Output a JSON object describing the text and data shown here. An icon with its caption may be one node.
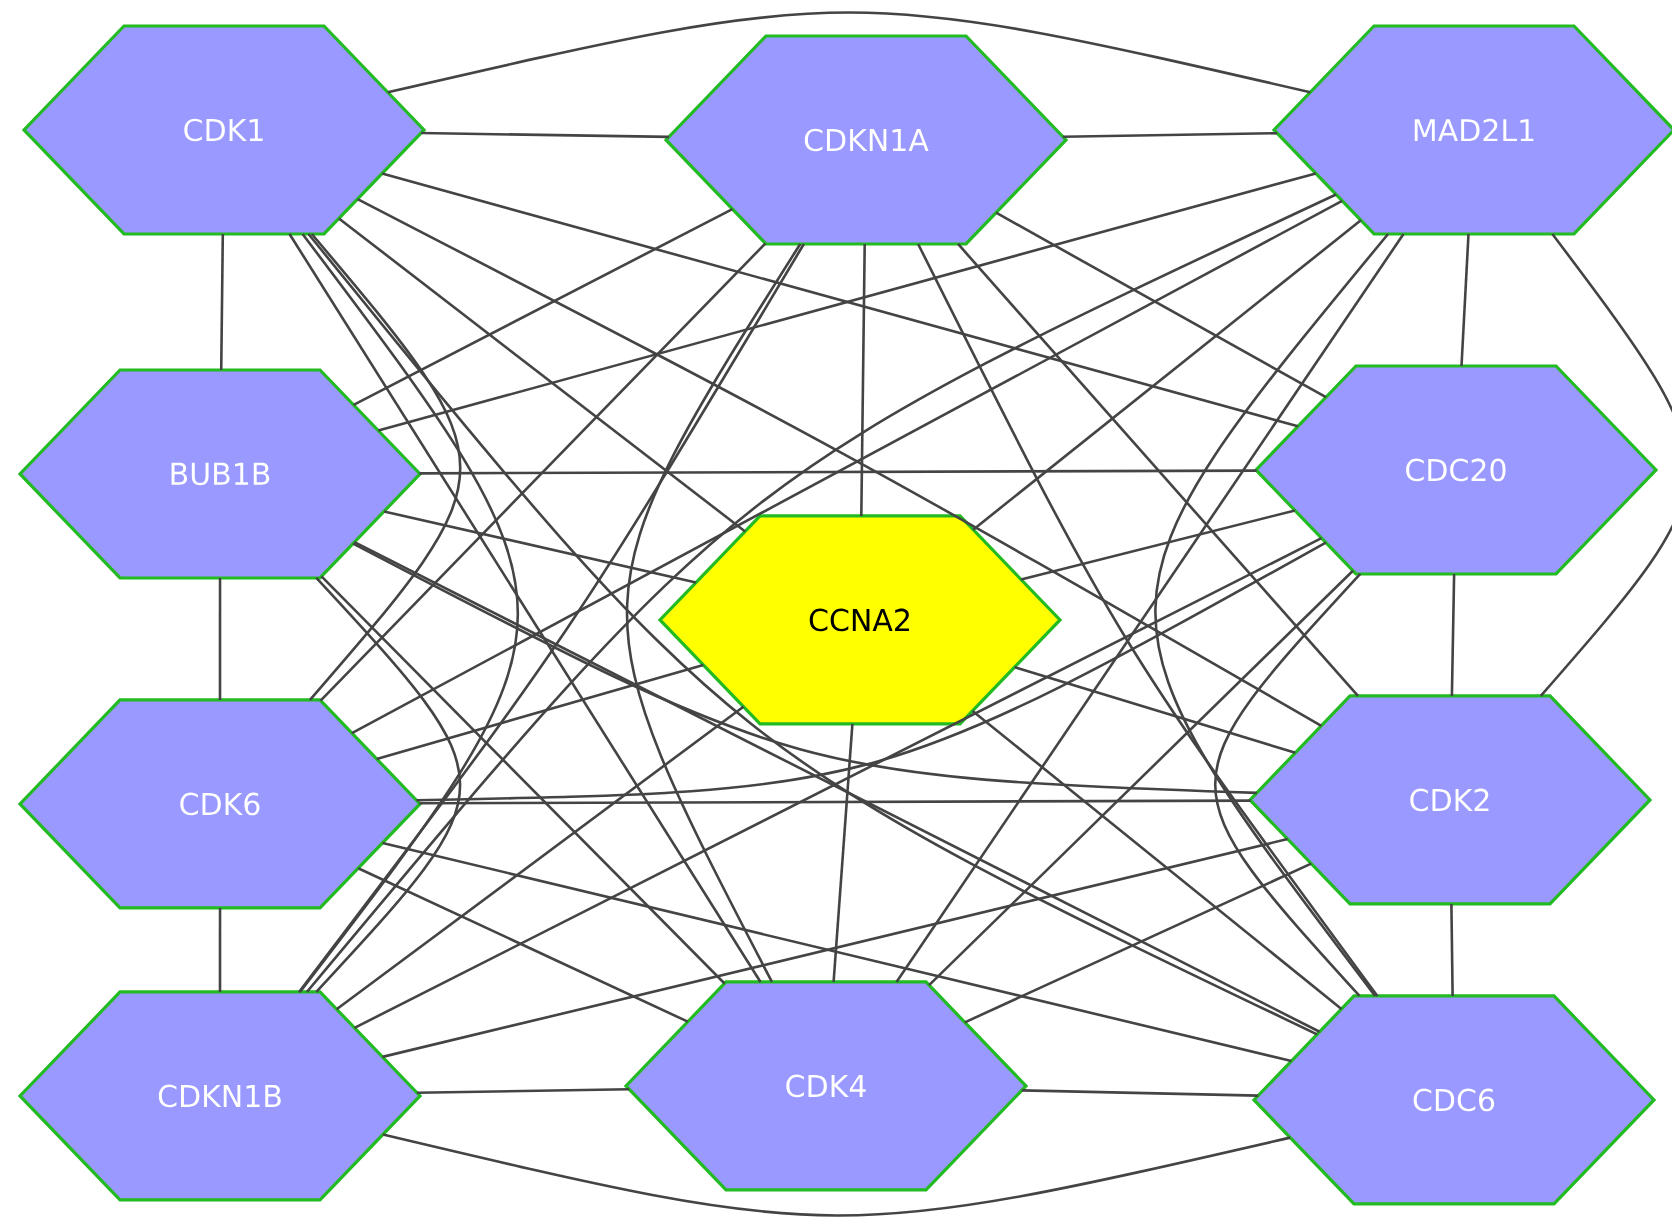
{
  "diagram": {
    "nodes": [
      {
        "text": [
          "CDK1"
        ]
      },
      {
        "text": [
          "CDKN1A"
        ]
      },
      {
        "text": [
          "MAD2L1"
        ]
      },
      {
        "text": [
          "BUB1B"
        ]
      },
      {
        "text": [
          "CDC20"
        ]
      },
      {
        "text": [
          "CCNA2"
        ]
      },
      {
        "text": [
          "CDK6"
        ]
      },
      {
        "text": [
          "CDK2"
        ]
      },
      {
        "text": [
          "CDKN1B"
        ]
      },
      {
        "text": [
          "CDK4"
        ]
      },
      {
        "text": [
          "CDC6"
        ]
      }
    ],
    "edges": [
      {
        "from": 0,
        "to": 1,
        "arrow": "none"
      },
      {
        "from": 0,
        "to": 2,
        "arrow": "none"
      },
      {
        "from": 0,
        "to": 3,
        "arrow": "none"
      },
      {
        "from": 0,
        "to": 4,
        "arrow": "none"
      },
      {
        "from": 0,
        "to": 5,
        "arrow": "none"
      },
      {
        "from": 0,
        "to": 6,
        "arrow": "none"
      },
      {
        "from": 0,
        "to": 7,
        "arrow": "none"
      },
      {
        "from": 0,
        "to": 8,
        "arrow": "none"
      },
      {
        "from": 0,
        "to": 9,
        "arrow": "none"
      },
      {
        "from": 0,
        "to": 10,
        "arrow": "none"
      },
      {
        "from": 1,
        "to": 2,
        "arrow": "none"
      },
      {
        "from": 1,
        "to": 3,
        "arrow": "none"
      },
      {
        "from": 1,
        "to": 4,
        "arrow": "none"
      },
      {
        "from": 1,
        "to": 5,
        "arrow": "none"
      },
      {
        "from": 1,
        "to": 6,
        "arrow": "none"
      },
      {
        "from": 1,
        "to": 7,
        "arrow": "none"
      },
      {
        "from": 1,
        "to": 8,
        "arrow": "none"
      },
      {
        "from": 1,
        "to": 9,
        "arrow": "none"
      },
      {
        "from": 1,
        "to": 10,
        "arrow": "none"
      },
      {
        "from": 2,
        "to": 3,
        "arrow": "none"
      },
      {
        "from": 2,
        "to": 4,
        "arrow": "none"
      },
      {
        "from": 2,
        "to": 5,
        "arrow": "none"
      },
      {
        "from": 2,
        "to": 6,
        "arrow": "none"
      },
      {
        "from": 2,
        "to": 7,
        "arrow": "none"
      },
      {
        "from": 2,
        "to": 8,
        "arrow": "none"
      },
      {
        "from": 2,
        "to": 9,
        "arrow": "none"
      },
      {
        "from": 2,
        "to": 10,
        "arrow": "none"
      },
      {
        "from": 3,
        "to": 4,
        "arrow": "none"
      },
      {
        "from": 3,
        "to": 5,
        "arrow": "none"
      },
      {
        "from": 3,
        "to": 6,
        "arrow": "none"
      },
      {
        "from": 3,
        "to": 7,
        "arrow": "none"
      },
      {
        "from": 3,
        "to": 8,
        "arrow": "none"
      },
      {
        "from": 3,
        "to": 9,
        "arrow": "none"
      },
      {
        "from": 3,
        "to": 10,
        "arrow": "none"
      },
      {
        "from": 4,
        "to": 5,
        "arrow": "none"
      },
      {
        "from": 4,
        "to": 6,
        "arrow": "none"
      },
      {
        "from": 4,
        "to": 7,
        "arrow": "none"
      },
      {
        "from": 4,
        "to": 8,
        "arrow": "none"
      },
      {
        "from": 4,
        "to": 9,
        "arrow": "none"
      },
      {
        "from": 4,
        "to": 10,
        "arrow": "none"
      },
      {
        "from": 5,
        "to": 6,
        "arrow": "none"
      },
      {
        "from": 5,
        "to": 7,
        "arrow": "none"
      },
      {
        "from": 5,
        "to": 8,
        "arrow": "none"
      },
      {
        "from": 5,
        "to": 9,
        "arrow": "none"
      },
      {
        "from": 5,
        "to": 10,
        "arrow": "none"
      },
      {
        "from": 6,
        "to": 7,
        "arrow": "none"
      },
      {
        "from": 6,
        "to": 8,
        "arrow": "none"
      },
      {
        "from": 6,
        "to": 9,
        "arrow": "none"
      },
      {
        "from": 6,
        "to": 10,
        "arrow": "none"
      },
      {
        "from": 7,
        "to": 8,
        "arrow": "none"
      },
      {
        "from": 7,
        "to": 9,
        "arrow": "none"
      },
      {
        "from": 7,
        "to": 10,
        "arrow": "none"
      },
      {
        "from": 8,
        "to": 9,
        "arrow": "none"
      },
      {
        "from": 8,
        "to": 10,
        "arrow": "none"
      },
      {
        "from": 9,
        "to": 10,
        "arrow": "none"
      }
    ]
  }
}
